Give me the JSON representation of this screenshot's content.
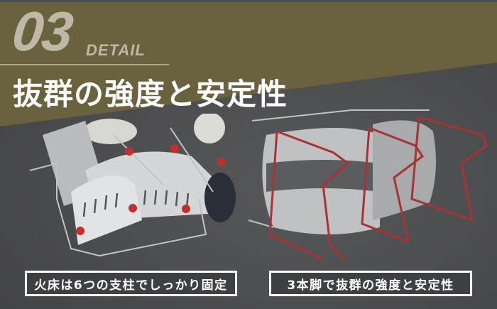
{
  "header": {
    "number": "03",
    "label": "DETAIL",
    "title": "抜群の強度と安定性"
  },
  "colors": {
    "olive_band": "#6a623f",
    "number_text": "#bdb9a6",
    "background": "#474849",
    "caption_border": "#ffffff",
    "accent_red": "#b23a3a"
  },
  "images": [
    {
      "alt": "火床を支える6つの支柱（赤い接合点）のあるステンレス製焚き火台"
    },
    {
      "alt": "3本の赤いフレーム脚で支えられたステンレス製焚き火台"
    }
  ],
  "captions": [
    {
      "text": "火床は6つの支柱でしっかり固定"
    },
    {
      "text": "3本脚で抜群の強度と安定性"
    }
  ]
}
